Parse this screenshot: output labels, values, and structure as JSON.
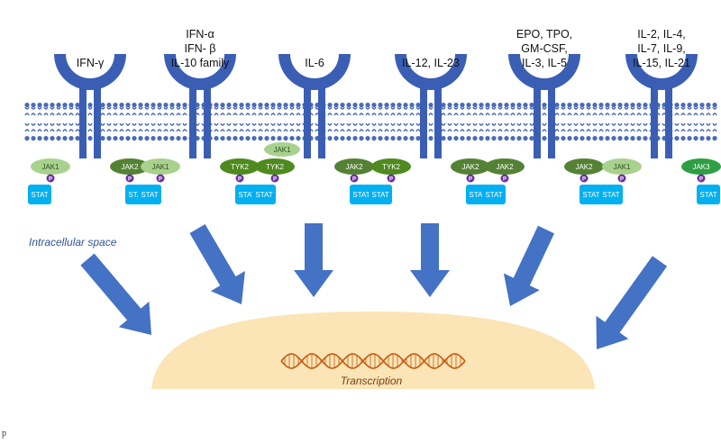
{
  "receptors": [
    {
      "ligand": [
        "IFN-γ"
      ],
      "left_kinase": "JAK1",
      "right_kinase": "JAK2",
      "extra_kinase": ""
    },
    {
      "ligand": [
        "IFN-α",
        "IFN- β",
        "IL-10 family"
      ],
      "left_kinase": "JAK1",
      "right_kinase": "TYK2",
      "extra_kinase": ""
    },
    {
      "ligand": [
        "IL-6"
      ],
      "left_kinase": "TYK2",
      "right_kinase": "JAK2",
      "extra_kinase": "JAK1"
    },
    {
      "ligand": [
        "IL-12, IL-23"
      ],
      "left_kinase": "TYK2",
      "right_kinase": "JAK2",
      "extra_kinase": ""
    },
    {
      "ligand": [
        "EPO, TPO,",
        "GM-CSF,",
        "IL-3, IL-5"
      ],
      "left_kinase": "JAK2",
      "right_kinase": "JAK2",
      "extra_kinase": ""
    },
    {
      "ligand": [
        "IL-2, IL-4,",
        "IL-7, IL-9,",
        "IL-15, IL-21"
      ],
      "left_kinase": "JAK1",
      "right_kinase": "JAK3",
      "extra_kinase": ""
    }
  ],
  "phospho_label": "P",
  "stat_label": "STAT",
  "intracellular_label": "Intracellular space",
  "nucleus_label": "Transcription",
  "stray_mark": "p",
  "colors": {
    "receptor": "#3b5eb5",
    "arrow": "#4472c4",
    "lipid": "#4a6bb8",
    "jak1": "#a9d18e",
    "jak2": "#548235",
    "tyk2": "#4e8a1e",
    "jak3": "#2f9e44",
    "phospho": "#7030a0",
    "stat": "#00b0f0",
    "nucleus": "#fbe5b6",
    "dna": "#c55a11"
  }
}
